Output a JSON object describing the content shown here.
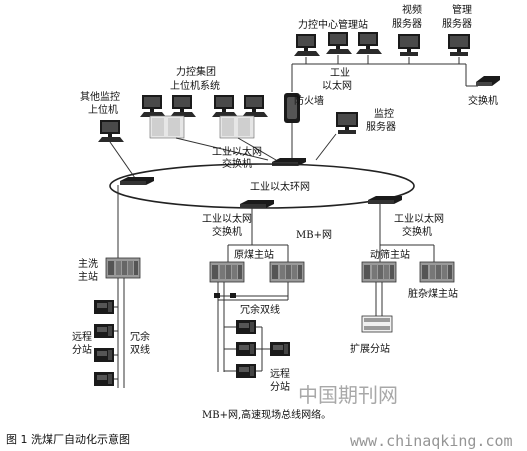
{
  "labels": {
    "central_station": "力控中心管理站",
    "video_server": [
      "视频",
      "服务器"
    ],
    "mgmt_server": [
      "管理",
      "服务器"
    ],
    "ethernet_top": [
      "工业",
      "以太网"
    ],
    "group_system": [
      "力控集团",
      "上位机系统"
    ],
    "other_monitor": [
      "其他监控",
      "上位机"
    ],
    "firewall": "防火墙",
    "monitor_server": [
      "监控",
      "服务器"
    ],
    "switch_top": "交换机",
    "eth_switch_center": [
      "工业以太网",
      "交换机"
    ],
    "ring": "工业以太环网",
    "main_wash": [
      "主洗",
      "主站"
    ],
    "eth_switch_mid": [
      "工业以太网",
      "交换机"
    ],
    "mb_net": "MB+网",
    "raw_coal": "原煤主站",
    "eth_switch_right": [
      "工业以太网",
      "交换机"
    ],
    "screen_station": "动筛主站",
    "dirty_coal": "脏杂煤主站",
    "redundant_left": [
      "冗余",
      "双线"
    ],
    "remote_left": [
      "远程",
      "分站"
    ],
    "redundant_mid": "冗余双线",
    "remote_mid": [
      "远程",
      "分站"
    ],
    "expansion": "扩展分站",
    "bottom_note": "MB+网,高速现场总线网络。",
    "caption": "图 1  洗煤厂自动化示意图"
  },
  "watermark": {
    "cn": "中国期刊网",
    "url": "www.chinaqking.com"
  },
  "colors": {
    "device_dark": "#1a1a1a",
    "screen": "#3a3a3a",
    "plc_body": "#8a8a8a",
    "line": "#333333"
  }
}
